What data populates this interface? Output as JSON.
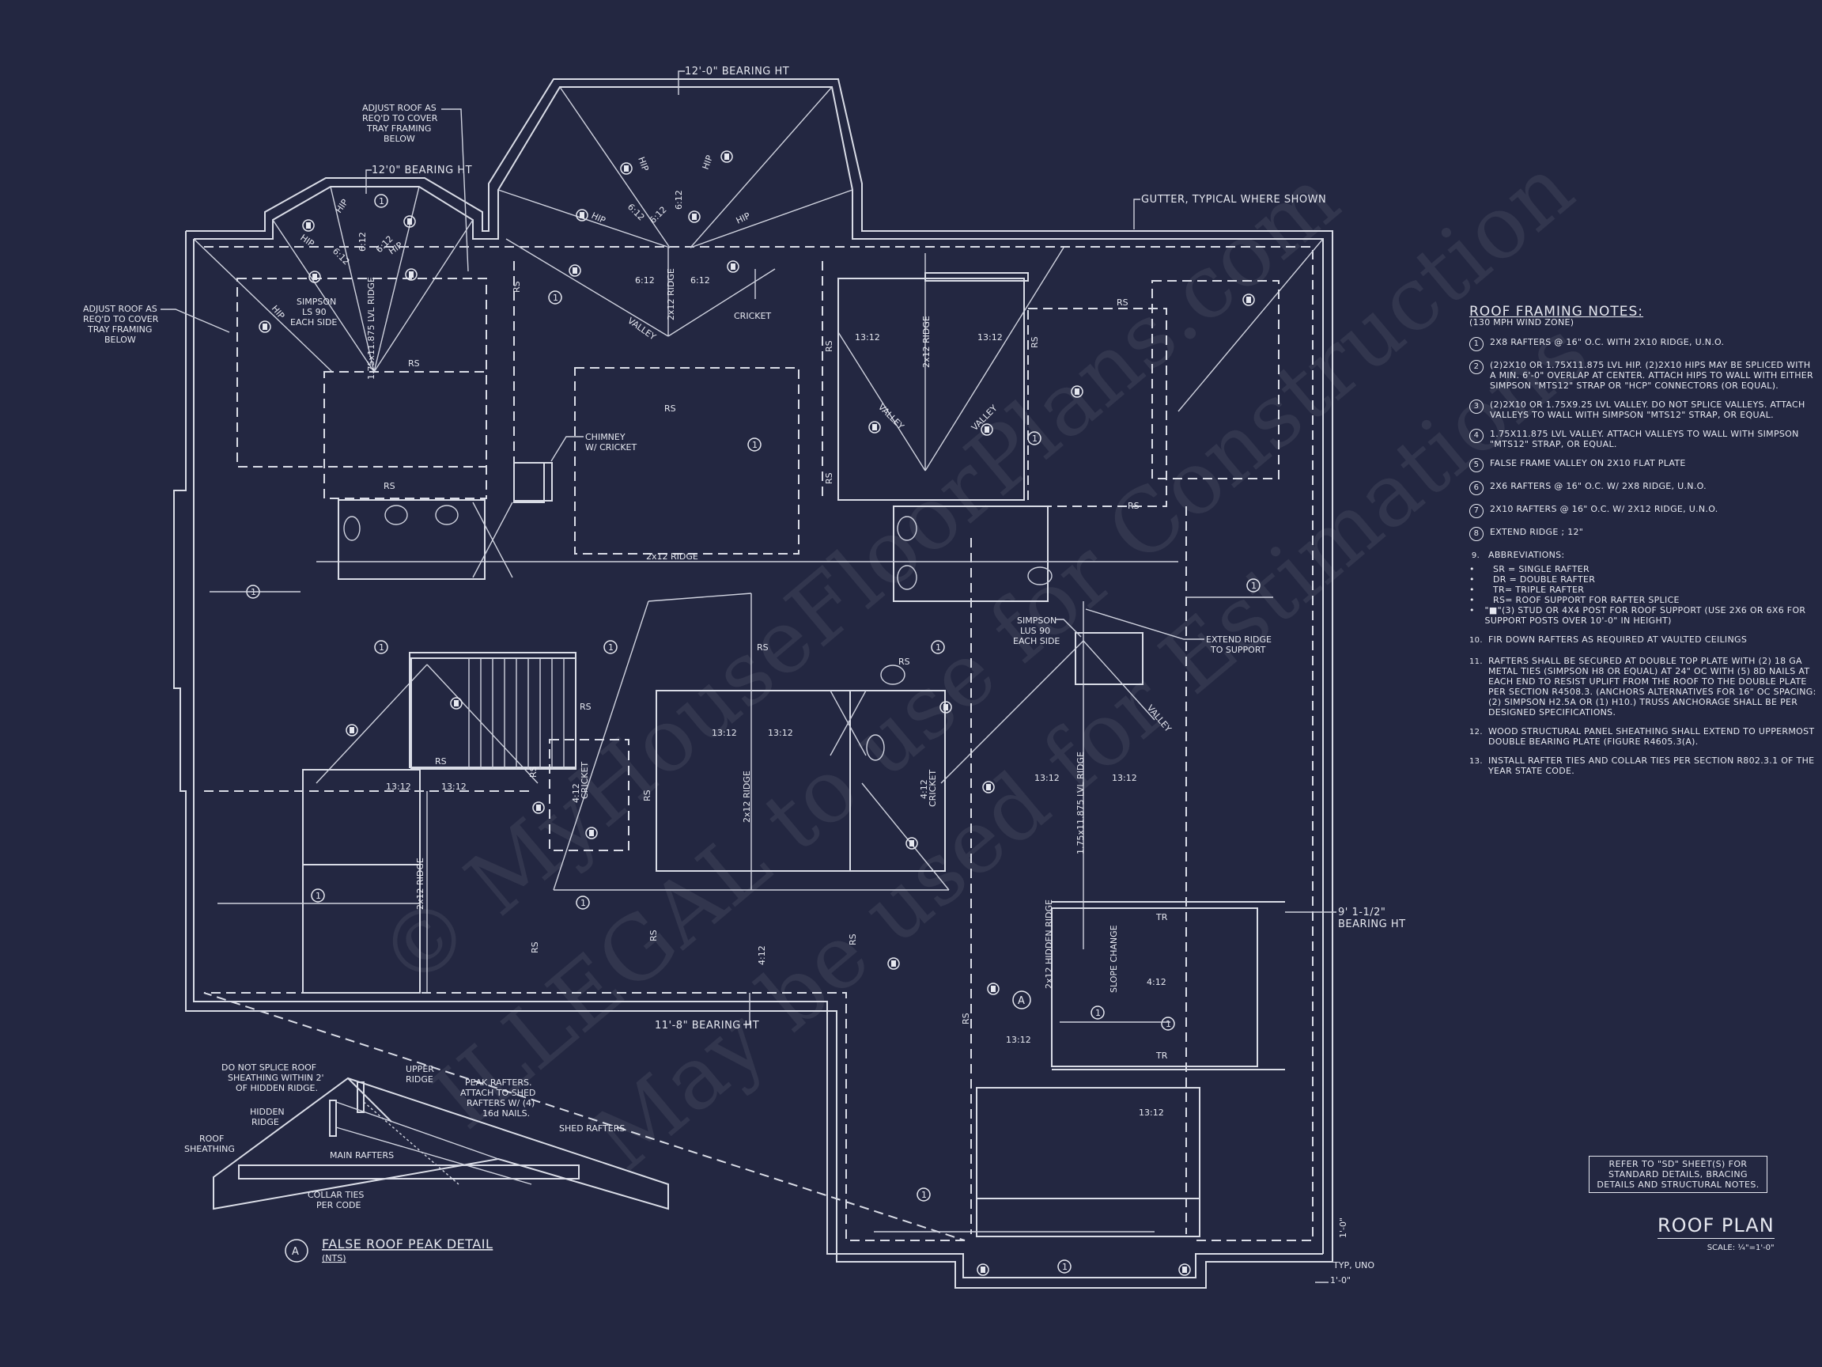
{
  "sheet": {
    "title": "ROOF PLAN",
    "scale": "SCALE: ¼\"=1'-0\"",
    "reference_note": [
      "REFER TO \"SD\" SHEET(S) FOR",
      "STANDARD DETAILS, BRACING",
      "DETAILS AND STRUCTURAL NOTES."
    ]
  },
  "watermark": [
    "© MyHouseFloorPlans.com",
    "ILLEGAL to use for Construction",
    "May be used for Estimations"
  ],
  "callouts": {
    "bearing_top": "12'-0\" BEARING HT",
    "bearing_left": "12'0\" BEARING HT",
    "bearing_bottom": "11'-8\" BEARING HT",
    "bearing_right": [
      "9' 1-1/2\"",
      "BEARING HT"
    ],
    "gutter": "GUTTER, TYPICAL WHERE SHOWN",
    "adjust_roof_top": [
      "ADJUST ROOF AS",
      "REQ'D TO COVER",
      "TRAY FRAMING",
      "BELOW"
    ],
    "adjust_roof_left": [
      "ADJUST ROOF AS",
      "REQ'D TO COVER",
      "TRAY FRAMING",
      "BELOW"
    ],
    "simpson_ls90": [
      "SIMPSON",
      "LS 90",
      "EACH SIDE"
    ],
    "simpson_lus90": [
      "SIMPSON",
      "LUS 90",
      "EACH SIDE"
    ],
    "chimney": [
      "CHIMNEY",
      "W/ CRICKET"
    ],
    "extend_ridge": [
      "EXTEND RIDGE",
      "TO SUPPORT"
    ],
    "typ_uno": "TYP, UNO",
    "dim_1ft_v": "1'-0\"",
    "dim_1ft_h": "1'-0\""
  },
  "plan_labels": {
    "hip": "HIP",
    "valley": "VALLEY",
    "ridge_2x12": "2x12 RIDGE",
    "ridge_lvl": "1.75x11.875 LVL RIDGE",
    "hidden_ridge": "2x12 HIDDEN RIDGE",
    "cricket": "CRICKET",
    "rs": "RS",
    "tr": "TR",
    "slope_change": "SLOPE CHANGE",
    "note_ref": "1",
    "section_tag": "A",
    "pitches": {
      "p6": "6:12",
      "p13": "13:12",
      "p4": "4:12"
    }
  },
  "notes": {
    "title": "ROOF FRAMING NOTES:",
    "subtitle": "(130 MPH WIND ZONE)",
    "items": [
      {
        "num": "1",
        "text": "2x8 RAFTERS @ 16\" O.C. WITH 2X10 RIDGE, U.N.O."
      },
      {
        "num": "2",
        "text": "(2)2x10 OR 1.75x11.875 LVL HIP. (2)2x10 HIPS MAY BE SPLICED WITH A MIN. 6'-0\" OVERLAP AT CENTER. ATTACH HIPS TO WALL WITH EITHER SIMPSON \"MTS12\" STRAP OR \"HCP\" CONNECTORS (OR EQUAL)."
      },
      {
        "num": "3",
        "text": "(2)2x10 OR 1.75x9.25 LVL VALLEY. DO NOT SPLICE VALLEYS. ATTACH VALLEYS TO WALL WITH SIMPSON \"MTS12\" STRAP, OR EQUAL."
      },
      {
        "num": "4",
        "text": "1.75x11.875 LVL VALLEY. ATTACH VALLEYS TO WALL WITH SIMPSON \"MTS12\" STRAP, OR EQUAL."
      },
      {
        "num": "5",
        "text": "FALSE FRAME VALLEY ON 2x10 FLAT PLATE"
      },
      {
        "num": "6",
        "text": "2x6 RAFTERS @ 16\" O.C. W/ 2x8 RIDGE, U.N.O."
      },
      {
        "num": "7",
        "text": "2x10 RAFTERS @ 16\" O.C. W/ 2x12 RIDGE, U.N.O."
      },
      {
        "num": "8",
        "text": "EXTEND RIDGE ; 12\""
      }
    ],
    "abbreviations_heading": {
      "num": "9.",
      "text": "ABBREVIATIONS:"
    },
    "abbreviations": [
      "SR = SINGLE RAFTER",
      "DR = DOUBLE RAFTER",
      "TR= TRIPLE RAFTER",
      "RS= ROOF SUPPORT FOR RAFTER SPLICE",
      "\"■\"(3) STUD OR 4x4 POST FOR ROOF SUPPORT (USE 2X6 OR 6X6 FOR SUPPORT POSTS OVER 10'-0\" IN HEIGHT)"
    ],
    "more_items": [
      {
        "num": "10.",
        "text": "FIR DOWN RAFTERS AS REQUIRED AT VAULTED CEILINGS"
      },
      {
        "num": "11.",
        "text": "RAFTERS SHALL BE SECURED AT DOUBLE TOP PLATE WITH (2) 18 GA METAL TIES (SIMPSON H8 OR EQUAL) AT 24\" OC WITH (5) 8d NAILS AT EACH END TO RESIST UPLIFT FROM THE ROOF TO THE DOUBLE PLATE PER SECTION R4508.3. (ANCHORS ALTERNATIVES FOR 16\" OC SPACING: (2) SIMPSON H2.5A OR (1) H10.) TRUSS ANCHORAGE SHALL BE PER DESIGNED SPECIFICATIONS."
      },
      {
        "num": "12.",
        "text": "WOOD STRUCTURAL PANEL SHEATHING SHALL EXTEND TO UPPERMOST DOUBLE BEARING PLATE (FIGURE R4605.3(A)."
      },
      {
        "num": "13.",
        "text": "INSTALL RAFTER TIES AND COLLAR TIES PER SECTION R802.3.1 OF THE YEAR STATE CODE."
      }
    ]
  },
  "detail": {
    "tag": "A",
    "title": "FALSE ROOF PEAK DETAIL",
    "subtitle": "(NTS)",
    "labels": {
      "no_splice": [
        "DO NOT SPLICE ROOF",
        "SHEATHING WITHIN 2'",
        "OF HIDDEN RIDGE."
      ],
      "upper_ridge": [
        "UPPER",
        "RIDGE"
      ],
      "peak_rafters": [
        "PEAK RAFTERS.",
        "ATTACH TO SHED",
        "RAFTERS W/ (4)",
        "16d NAILS."
      ],
      "hidden_ridge": [
        "HIDDEN",
        "RIDGE"
      ],
      "roof_sheathing": [
        "ROOF",
        "SHEATHING"
      ],
      "main_rafters": "MAIN RAFTERS",
      "shed_rafters": "SHED RAFTERS",
      "collar_ties": [
        "COLLAR TIES",
        "PER CODE"
      ]
    }
  }
}
